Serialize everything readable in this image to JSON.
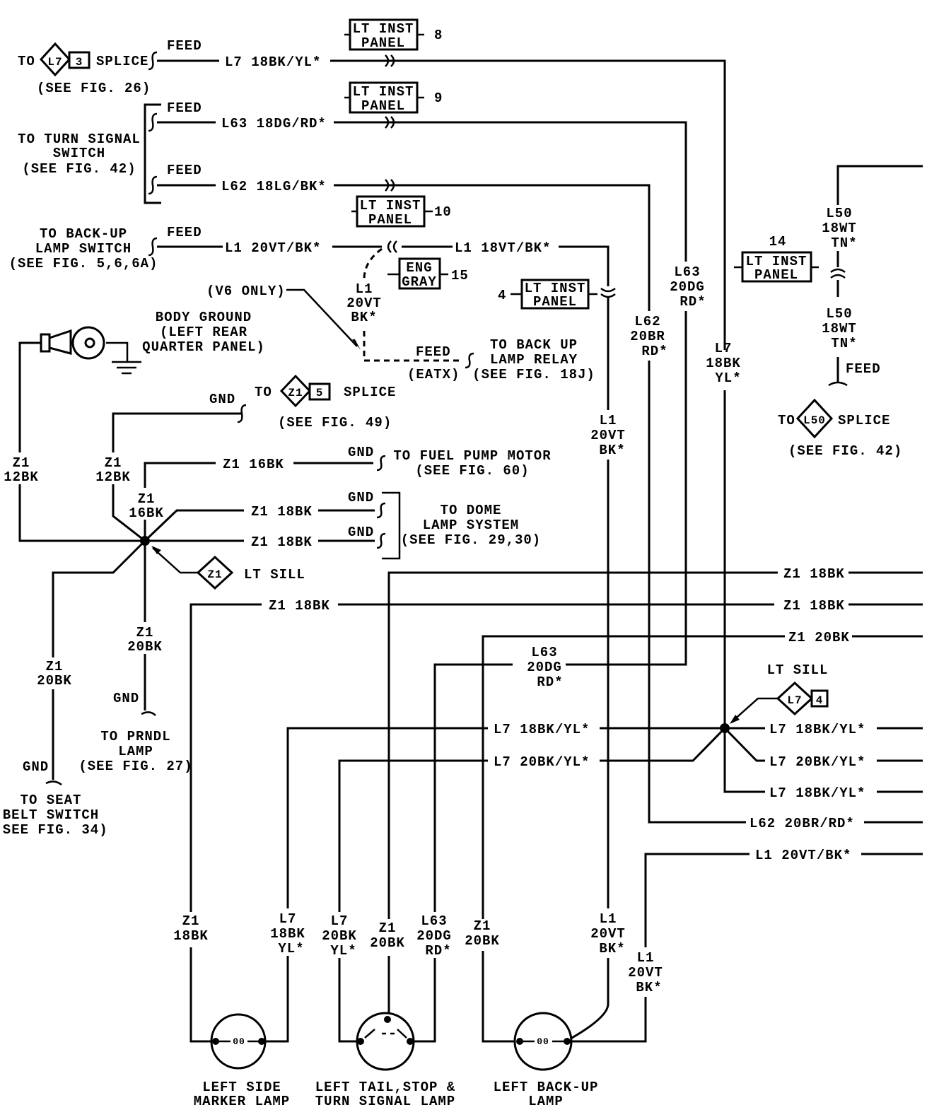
{
  "colors": {
    "ink": "#000000",
    "background": "#ffffff"
  },
  "labels": {
    "splice_l7": {
      "to": "TO",
      "id": "L7",
      "num": "3",
      "word": "SPLICE",
      "ref": "(SEE FIG. 26)"
    },
    "feed": "FEED",
    "gnd": "GND",
    "w_l7_top": "L7 18BK/YL*",
    "w_l63_top": "L63 18DG/RD*",
    "w_l62_top": "L62 18LG/BK*",
    "w_l1_top": "L1 20VT/BK*",
    "w_l1_18": "L1 18VT/BK*",
    "turn_signal": [
      "TO TURN SIGNAL",
      "SWITCH",
      "(SEE FIG. 42)"
    ],
    "backup_switch": [
      "TO BACK-UP",
      "LAMP SWITCH",
      "(SEE FIG. 5,6,6A)"
    ],
    "connectors": [
      {
        "name": [
          "LT INST",
          "PANEL"
        ],
        "pin": "8"
      },
      {
        "name": [
          "LT INST",
          "PANEL"
        ],
        "pin": "9"
      },
      {
        "name": [
          "LT INST",
          "PANEL"
        ],
        "pin": "10"
      },
      {
        "name": [
          "ENG",
          "GRAY"
        ],
        "pin": "15"
      },
      {
        "name": [
          "LT INST",
          "PANEL"
        ],
        "pin": "4"
      },
      {
        "name": [
          "LT INST",
          "PANEL"
        ],
        "pin": "14"
      }
    ],
    "v6_only": "(V6 ONLY)",
    "l1_dashed": [
      "L1",
      "20VT",
      "BK*"
    ],
    "eatx_feed": "FEED",
    "eatx": "(EATX)",
    "backup_relay": [
      "TO BACK UP",
      "LAMP RELAY",
      "(SEE FIG. 18J)"
    ],
    "l63_vert": [
      "L63",
      "20DG",
      "RD*"
    ],
    "l62_vert": [
      "L62",
      "20BR",
      "RD*"
    ],
    "l7_vert": [
      "L7",
      "18BK",
      "YL*"
    ],
    "l1_vert": [
      "L1",
      "20VT",
      "BK*"
    ],
    "l50_a": [
      "L50",
      "18WT",
      "TN*"
    ],
    "l50_b": [
      "L50",
      "18WT",
      "TN*"
    ],
    "splice_l50": {
      "to": "TO",
      "id": "L50",
      "word": "SPLICE",
      "ref": "(SEE FIG. 42)"
    },
    "body_ground": [
      "BODY GROUND",
      "(LEFT REAR",
      "QUARTER PANEL)"
    ],
    "splice_z1": {
      "to": "TO",
      "id": "Z1",
      "num": "5",
      "word": "SPLICE",
      "ref": "(SEE FIG. 49)"
    },
    "z1_12bk": [
      "Z1",
      "12BK"
    ],
    "z1_16bk_v": [
      "Z1",
      "16BK"
    ],
    "w_z1_16bk": "Z1 16BK",
    "fuel_pump": [
      "TO FUEL PUMP MOTOR",
      "(SEE FIG. 60)"
    ],
    "w_z1_18bk": "Z1 18BK",
    "dome_lamp": [
      "TO DOME",
      "LAMP SYSTEM",
      "(SEE FIG. 29,30)"
    ],
    "lt_sill": "LT SILL",
    "z1_diamond": "Z1",
    "z1_20bk": [
      "Z1",
      "20BK"
    ],
    "prndl": [
      "TO PRNDL",
      "LAMP",
      "(SEE FIG. 27)"
    ],
    "seat_belt": [
      "TO SEAT",
      "BELT SWITCH",
      "(SEE FIG. 34)"
    ],
    "z1_18bk_v": [
      "Z1",
      "18BK"
    ],
    "w_z1_20bk": "Z1 20BK",
    "w_l7_18": "L7 18BK/YL*",
    "w_l7_20": "L7 20BK/YL*",
    "w_l62_20": "L62 20BR/RD*",
    "w_l1_20": "L1 20VT/BK*",
    "l7_sill": {
      "title": "LT SILL",
      "id": "L7",
      "num": "4"
    },
    "l7_18_v": [
      "L7",
      "18BK",
      "YL*"
    ],
    "l7_20_v": [
      "L7",
      "20BK",
      "YL*"
    ],
    "l63_20_v": [
      "L63",
      "20DG",
      "RD*"
    ],
    "lamp_pin": "00",
    "lamp_side": [
      "LEFT SIDE",
      "MARKER LAMP"
    ],
    "lamp_tail": [
      "LEFT TAIL,STOP &",
      "TURN SIGNAL LAMP"
    ],
    "lamp_backup": [
      "LEFT BACK-UP",
      "LAMP"
    ]
  }
}
